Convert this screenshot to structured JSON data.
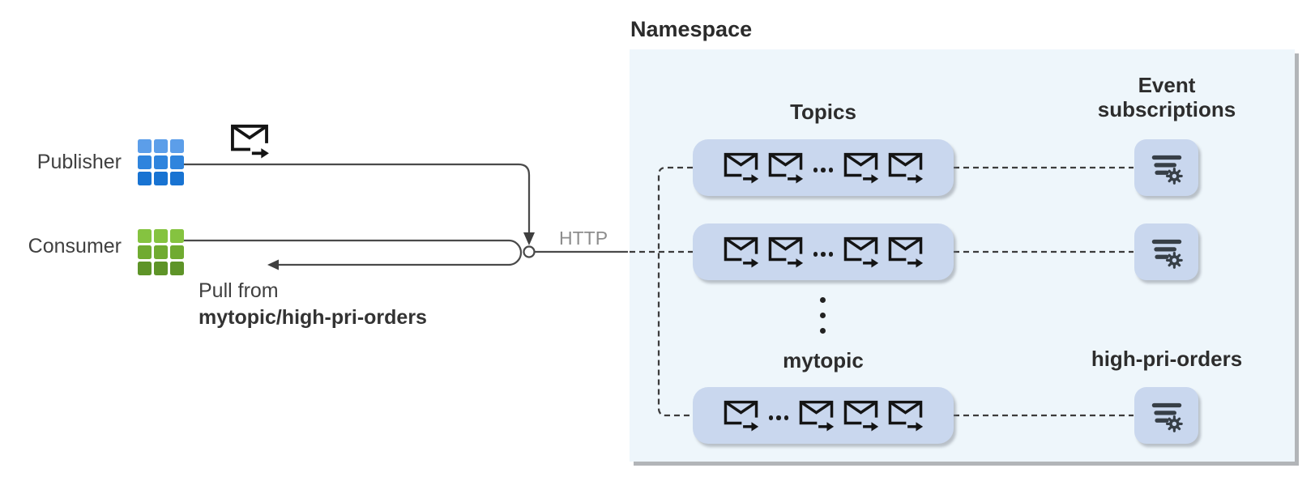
{
  "left": {
    "publisher_label": "Publisher",
    "consumer_label": "Consumer",
    "message_icon": "envelope-arrow-icon",
    "publisher_icon": "blue-grid-app-icon",
    "consumer_icon": "green-grid-app-icon",
    "pull_line1": "Pull from",
    "pull_line2": "mytopic/high-pri-orders",
    "http_label": "HTTP",
    "endpoint_icon": "http-endpoint-circle"
  },
  "namespace": {
    "title": "Namespace",
    "topics_heading": "Topics",
    "subscriptions_heading": "Event subscriptions",
    "mytopic_label": "mytopic",
    "high_pri_orders_label": "high-pri-orders",
    "topic_rows": [
      {
        "id": "topic-row-1",
        "envelopes_before": 2,
        "envelopes_after": 2,
        "ellipsis": true
      },
      {
        "id": "topic-row-2",
        "envelopes_before": 2,
        "envelopes_after": 2,
        "ellipsis": true
      },
      {
        "id": "topic-row-mytopic",
        "envelopes_before": 1,
        "envelopes_after": 3,
        "ellipsis": true
      }
    ],
    "subscription_icon": "filter-gear-icon",
    "subscription_count": 3,
    "vertical_ellipsis_dots": 3
  },
  "colors": {
    "ns_bg": "#eef6fb",
    "pill_bg": "#c9d7ee",
    "line": "#474747",
    "dashed_line": "#3c3c3c",
    "text": "#3d3d3d",
    "http_text": "#8d8d8d",
    "envelope": "#141414",
    "sub_glyph": "#373f47",
    "pub_c1": "#5c9ee9",
    "pub_c2": "#2f84dd",
    "pub_c3": "#1873d2",
    "con_c1": "#85c340",
    "con_c2": "#70ab31",
    "con_c3": "#5e9428"
  }
}
